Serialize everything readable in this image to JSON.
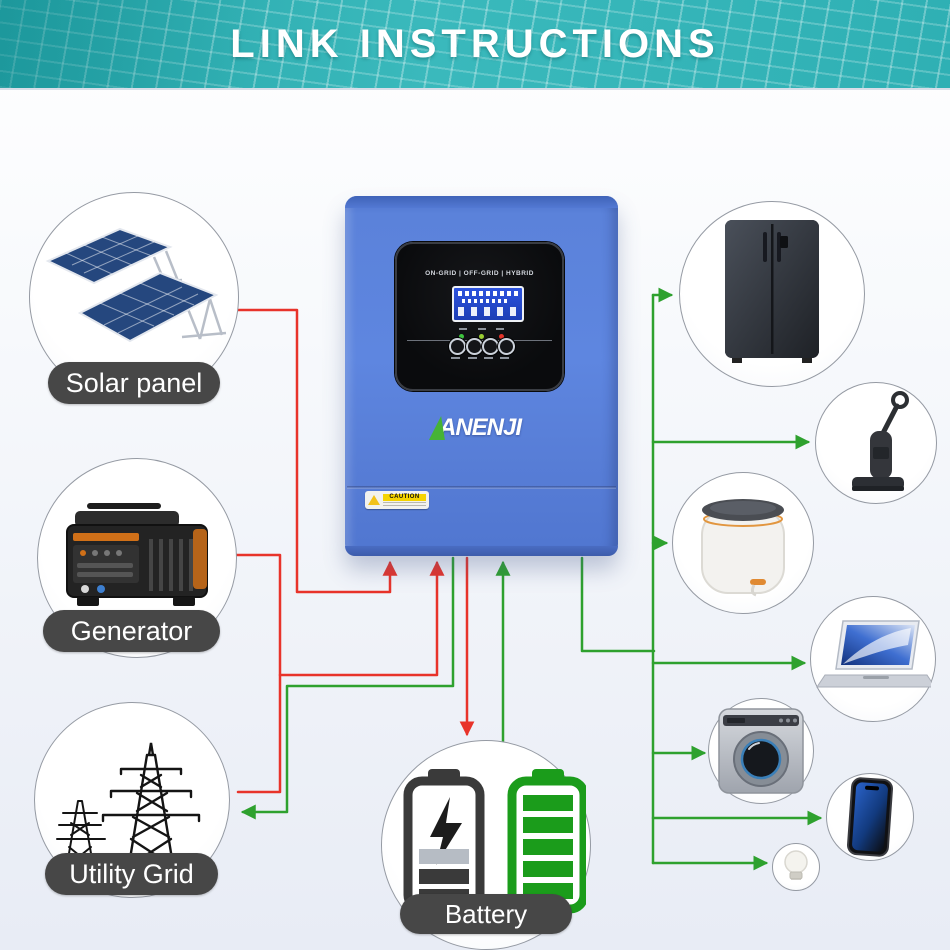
{
  "header": {
    "title": "LINK INSTRUCTIONS"
  },
  "inverter": {
    "brand": "ANENJI",
    "modes_label": "ON-GRID | OFF-GRID | HYBRID",
    "caution_label": "CAUTION",
    "display": "blue-lcd-status-screen",
    "buttons": 4,
    "leds": [
      "green",
      "yellow-green",
      "red"
    ]
  },
  "sources": [
    {
      "id": "solar-panel",
      "label": "Solar panel",
      "icon": "solar-panel-icon"
    },
    {
      "id": "generator",
      "label": "Generator",
      "icon": "generator-icon"
    },
    {
      "id": "utility-grid",
      "label": "Utility Grid",
      "icon": "power-towers-icon"
    },
    {
      "id": "battery",
      "label": "Battery",
      "icon": "battery-pair-icon"
    }
  ],
  "loads": [
    {
      "id": "refrigerator",
      "icon": "refrigerator-icon"
    },
    {
      "id": "vacuum-cleaner",
      "icon": "vacuum-cleaner-icon"
    },
    {
      "id": "air-fryer",
      "icon": "air-fryer-icon"
    },
    {
      "id": "laptop",
      "icon": "laptop-icon"
    },
    {
      "id": "washing-machine",
      "icon": "washing-machine-icon"
    },
    {
      "id": "smartphone",
      "icon": "smartphone-icon"
    },
    {
      "id": "light-bulb",
      "icon": "light-bulb-icon"
    }
  ],
  "connections": [
    {
      "from": "solar-panel",
      "to": "inverter",
      "color": "red",
      "arrow": "into-inverter"
    },
    {
      "from": "generator",
      "to": "inverter",
      "color": "red",
      "arrow": "into-inverter"
    },
    {
      "from": "generator-bus",
      "to": "utility-grid",
      "color": "red",
      "arrow": "none"
    },
    {
      "from": "inverter",
      "to": "battery",
      "color": "red",
      "arrow": "into-battery"
    },
    {
      "from": "battery",
      "to": "inverter",
      "color": "green",
      "arrow": "into-inverter"
    },
    {
      "from": "inverter",
      "to": "utility-grid",
      "color": "green",
      "arrow": "into-grid"
    },
    {
      "from": "inverter",
      "to": "loads-bus",
      "color": "green",
      "arrow": "into-each-load"
    }
  ],
  "colors": {
    "header_teal": "#2fb0b4",
    "inverter_blue": "#5b82da",
    "line_red": "#e8332a",
    "line_green": "#2ea12e",
    "pill_bg": "#474747",
    "battery_green": "#1b9c1b"
  }
}
